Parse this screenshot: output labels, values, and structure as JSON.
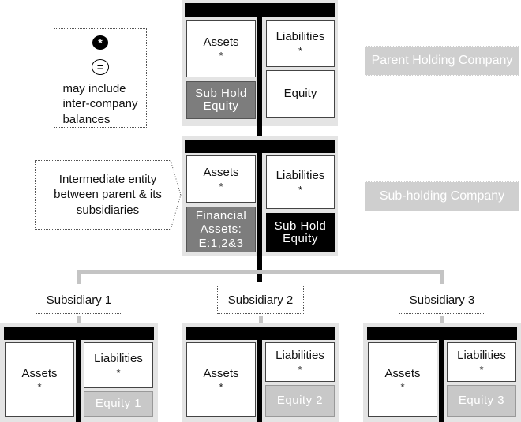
{
  "legend": {
    "symbol": "*",
    "equals": "=",
    "text_lines": [
      "may include",
      "inter-company",
      "balances"
    ]
  },
  "parent": {
    "tag": "Parent Holding Company",
    "assets": "Assets",
    "liabilities": "Liabilities",
    "equity": "Equity",
    "sub_hold_equity": [
      "Sub Hold",
      "Equity"
    ],
    "star": "*"
  },
  "sub_holding": {
    "tag": "Sub-holding Company",
    "note_lines": [
      "Intermediate entity",
      "between parent & its",
      "subsidiaries"
    ],
    "assets": "Assets",
    "liabilities": "Liabilities",
    "financial_assets": [
      "Financial",
      "Assets:",
      "E:1,2&3"
    ],
    "sub_hold_equity": [
      "Sub Hold",
      "Equity"
    ],
    "star": "*"
  },
  "subsidiaries": [
    {
      "label": "Subsidiary 1",
      "assets": "Assets",
      "liabilities": "Liabilities",
      "equity": "Equity 1",
      "star": "*"
    },
    {
      "label": "Subsidiary 2",
      "assets": "Assets",
      "liabilities": "Liabilities",
      "equity": "Equity 2",
      "star": "*"
    },
    {
      "label": "Subsidiary 3",
      "assets": "Assets",
      "liabilities": "Liabilities",
      "equity": "Equity 3",
      "star": "*"
    }
  ]
}
